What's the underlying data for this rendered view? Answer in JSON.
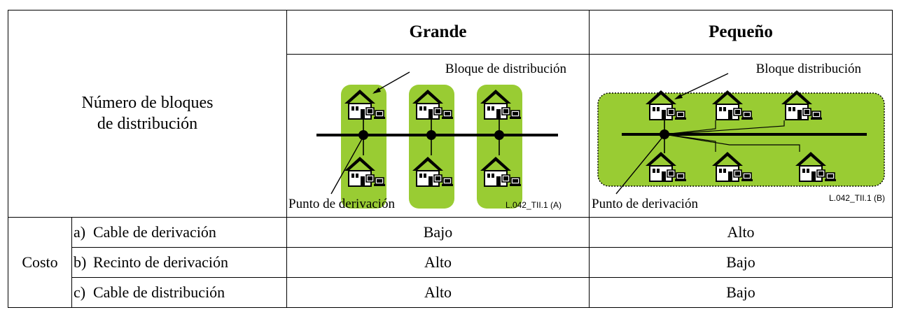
{
  "header": {
    "grande": "Grande",
    "pequeno": "Pequeño"
  },
  "row_label": {
    "line1": "Número de bloques",
    "line2": "de distribución"
  },
  "diagram_a": {
    "block_label": "Bloque de distribución",
    "point_label": "Punto de derivación",
    "figure_id": "L.042_TII.1 (A)"
  },
  "diagram_b": {
    "block_label": "Bloque distribución",
    "point_label": "Punto de derivación",
    "figure_id": "L.042_TII.1 (B)"
  },
  "costo_label": "Costo",
  "cost_rows": [
    {
      "letter": "a)",
      "item": "Cable de derivación",
      "grande": "Bajo",
      "pequeno": "Alto"
    },
    {
      "letter": "b)",
      "item": "Recinto de derivación",
      "grande": "Alto",
      "pequeno": "Bajo"
    },
    {
      "letter": "c)",
      "item": "Cable de distribución",
      "grande": "Alto",
      "pequeno": "Bajo"
    }
  ],
  "colors": {
    "block_green": "#99cc33",
    "border": "#000000"
  }
}
